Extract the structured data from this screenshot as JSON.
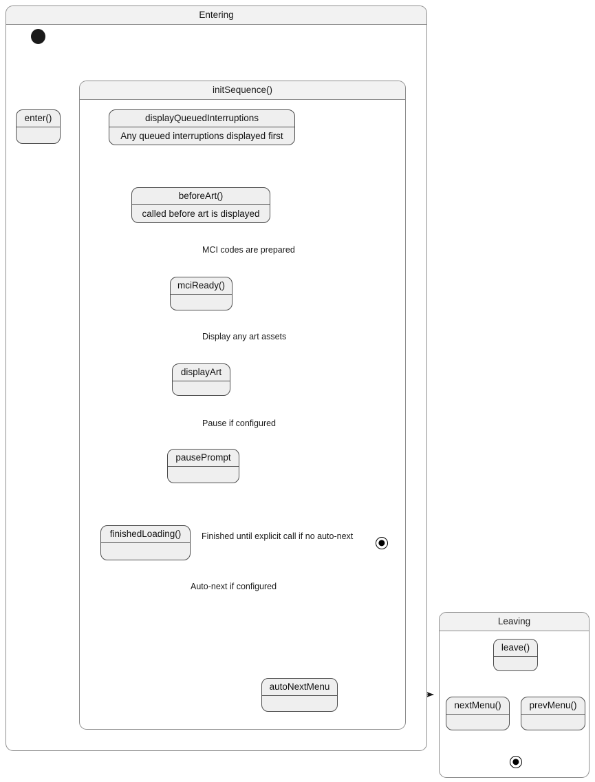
{
  "diagram": {
    "type": "uml-state-machine",
    "background": "#ffffff",
    "line_color": "#1a1a1a",
    "state_fill": "#efefef",
    "composite_header_fill": "#f2f2f2",
    "border_color": "#4d4d4d"
  },
  "composites": [
    {
      "id": "entering",
      "title": "Entering"
    },
    {
      "id": "initSequence",
      "title": "initSequence()"
    },
    {
      "id": "leaving",
      "title": "Leaving"
    }
  ],
  "states": [
    {
      "id": "enter",
      "name": "enter()",
      "body": ""
    },
    {
      "id": "displayQueued",
      "name": "displayQueuedInterruptions",
      "body": "Any queued interruptions displayed first"
    },
    {
      "id": "beforeArt",
      "name": "beforeArt()",
      "body": "called before art is displayed"
    },
    {
      "id": "mciReady",
      "name": "mciReady()",
      "body": ""
    },
    {
      "id": "displayArt",
      "name": "displayArt",
      "body": ""
    },
    {
      "id": "pausePrompt",
      "name": "pausePrompt",
      "body": ""
    },
    {
      "id": "finishedLoading",
      "name": "finishedLoading()",
      "body": ""
    },
    {
      "id": "autoNextMenu",
      "name": "autoNextMenu",
      "body": ""
    },
    {
      "id": "leave",
      "name": "leave()",
      "body": ""
    },
    {
      "id": "nextMenu",
      "name": "nextMenu()",
      "body": ""
    },
    {
      "id": "prevMenu",
      "name": "prevMenu()",
      "body": ""
    }
  ],
  "pseudostates": [
    {
      "id": "initial-entering",
      "kind": "initial"
    },
    {
      "id": "final-entering",
      "kind": "final"
    },
    {
      "id": "final-leaving",
      "kind": "final"
    }
  ],
  "transitions": [
    {
      "from": "initial-entering",
      "to": "enter",
      "label": ""
    },
    {
      "from": "enter",
      "to": "initSequence",
      "label": ""
    },
    {
      "from": "displayQueued",
      "to": "beforeArt",
      "label": ""
    },
    {
      "from": "beforeArt",
      "to": "mciReady",
      "label": "MCI codes are prepared"
    },
    {
      "from": "mciReady",
      "to": "displayArt",
      "label": "Display any art assets"
    },
    {
      "from": "displayArt",
      "to": "pausePrompt",
      "label": "Pause if configured"
    },
    {
      "from": "displayArt",
      "to": "finishedLoading",
      "label": ""
    },
    {
      "from": "pausePrompt",
      "to": "finishedLoading",
      "label": ""
    },
    {
      "from": "finishedLoading",
      "to": "final-entering",
      "label": "Finished until explicit call if no auto-next"
    },
    {
      "from": "finishedLoading",
      "to": "autoNextMenu",
      "label": "Auto-next if configured"
    },
    {
      "from": "autoNextMenu",
      "to": "leaving",
      "label": ""
    },
    {
      "from": "leave",
      "to": "nextMenu",
      "label": ""
    },
    {
      "from": "leave",
      "to": "prevMenu",
      "label": ""
    },
    {
      "from": "nextMenu",
      "to": "final-leaving",
      "label": ""
    },
    {
      "from": "prevMenu",
      "to": "final-leaving",
      "label": ""
    }
  ]
}
